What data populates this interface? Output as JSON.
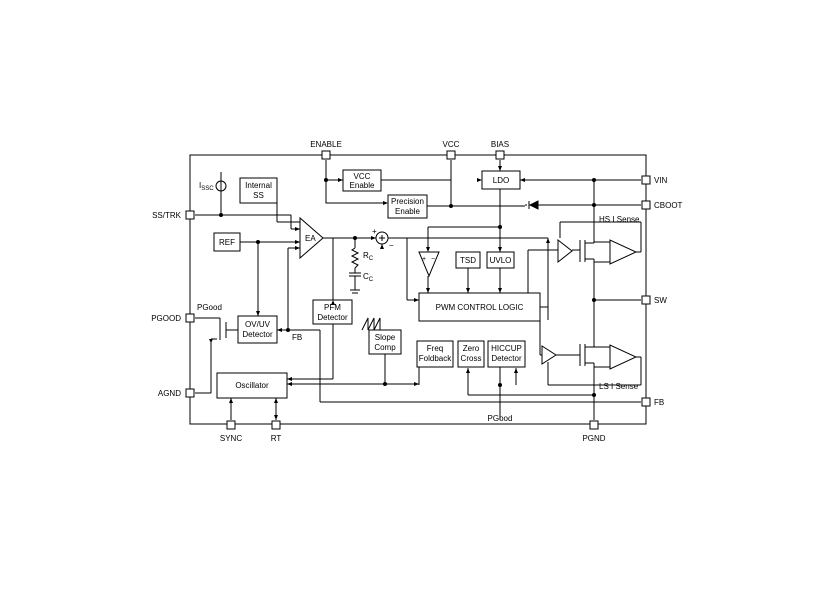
{
  "pins": {
    "enable": "ENABLE",
    "vcc": "VCC",
    "bias": "BIAS",
    "vin": "VIN",
    "cboot": "CBOOT",
    "ss_trk": "SS/TRK",
    "pgood": "PGOOD",
    "agnd": "AGND",
    "sw": "SW",
    "fb": "FB",
    "sync": "SYNC",
    "rt": "RT",
    "pgnd": "PGND"
  },
  "blocks": {
    "internal_ss": [
      "Internal",
      "SS"
    ],
    "ref": "REF",
    "vcc_enable": [
      "VCC",
      "Enable"
    ],
    "ldo": "LDO",
    "precision_enable": [
      "Precision",
      "Enable"
    ],
    "ea": "EA",
    "ovuv_detector": [
      "OV/UV",
      "Detector"
    ],
    "pfm_detector": [
      "PFM",
      "Detector"
    ],
    "slope_comp": [
      "Slope",
      "Comp"
    ],
    "tsd": "TSD",
    "uvlo": "UVLO",
    "pwm_control_logic": "PWM CONTROL LOGIC",
    "freq_foldback": [
      "Freq",
      "Foldback"
    ],
    "zero_cross": [
      "Zero",
      "Cross"
    ],
    "hiccup_detector": [
      "HICCUP",
      "Detector"
    ],
    "oscillator": "Oscillator"
  },
  "labels": {
    "issc_main": "I",
    "issc_sub": "SSC",
    "rc_main": "R",
    "rc_sub": "C",
    "cc_main": "C",
    "cc_sub": "C",
    "plus": "+",
    "minus": "−",
    "pgood_internal": "PGood",
    "fb_internal": "FB",
    "hs_sense": "HS I Sense",
    "ls_sense": "LS I Sense",
    "pgood_bottom": "PGood"
  }
}
